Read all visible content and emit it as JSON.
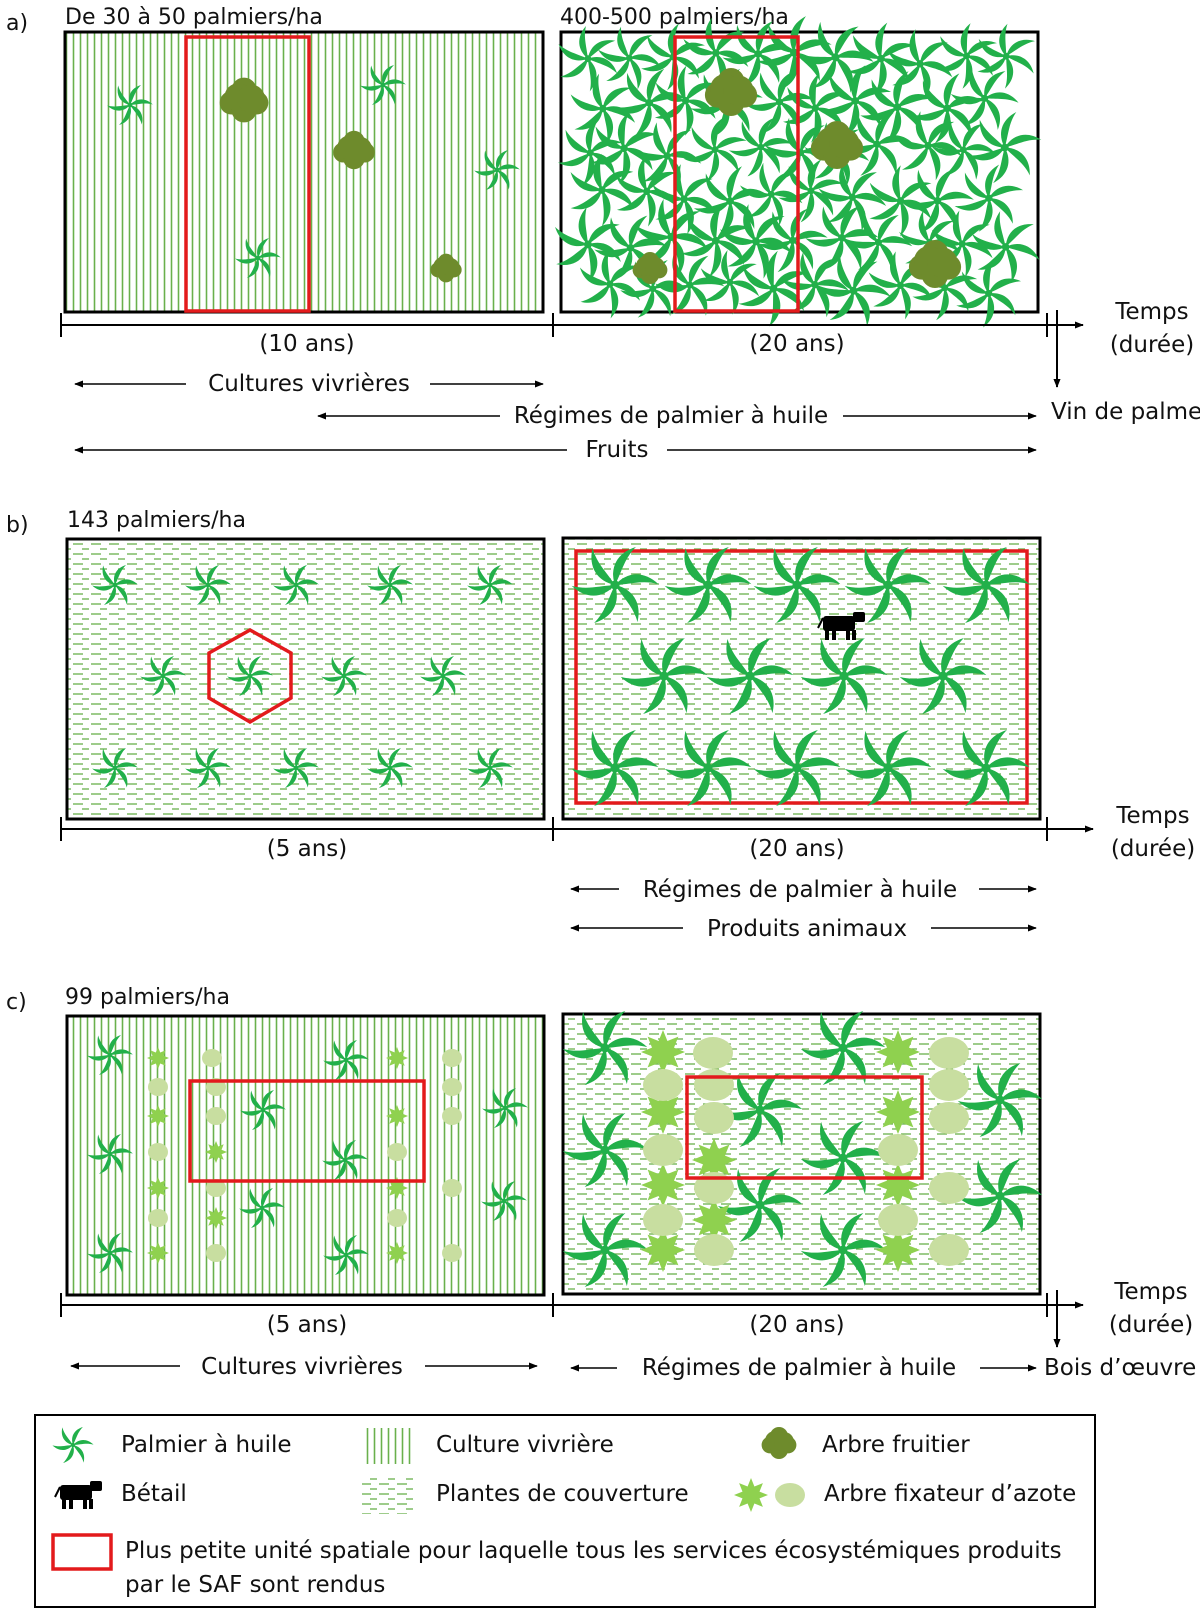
{
  "panels": {
    "a": {
      "letter": "a)",
      "density": "De 30 à 50 palmiers/ha",
      "density2": "400-500 palmiers/ha",
      "dur1": "(10 ans)",
      "dur2": "(20 ans)",
      "time1": "Temps",
      "time2": "(durée)",
      "outflow": "Vin de palme",
      "arrows": [
        "Cultures vivrières",
        "Régimes de palmier à huile",
        "Fruits"
      ]
    },
    "b": {
      "letter": "b)",
      "density": "143 palmiers/ha",
      "dur1": "(5 ans)",
      "dur2": "(20 ans)",
      "time1": "Temps",
      "time2": "(durée)",
      "arrows": [
        "Régimes de palmier à huile",
        "Produits animaux"
      ]
    },
    "c": {
      "letter": "c)",
      "density": "99 palmiers/ha",
      "dur1": "(5 ans)",
      "dur2": "(20 ans)",
      "time1": "Temps",
      "time2": "(durée)",
      "outflow": "Bois d’œuvre",
      "arrows": [
        "Cultures vivrières",
        "Régimes de palmier à huile"
      ]
    }
  },
  "legend": {
    "palm": "Palmier à huile",
    "cattle": "Bétail",
    "crop": "Culture vivrière",
    "cover": "Plantes de couverture",
    "fruit": "Arbre fruitier",
    "nfix": "Arbre fixateur d’azote",
    "unit1": "Plus petite unité spatiale pour laquelle tous les services écosystémiques produits",
    "unit2": "par le SAF sont rendus"
  },
  "colors": {
    "palm": "#22b04a",
    "crop_line": "#6ab04c",
    "cover_line": "#6ab04c",
    "fruit": "#6e8b2c",
    "nfix_star": "#8fd14f",
    "nfix_oval": "#c8dea0",
    "unit": "#e31a1c",
    "frame": "#000000"
  }
}
